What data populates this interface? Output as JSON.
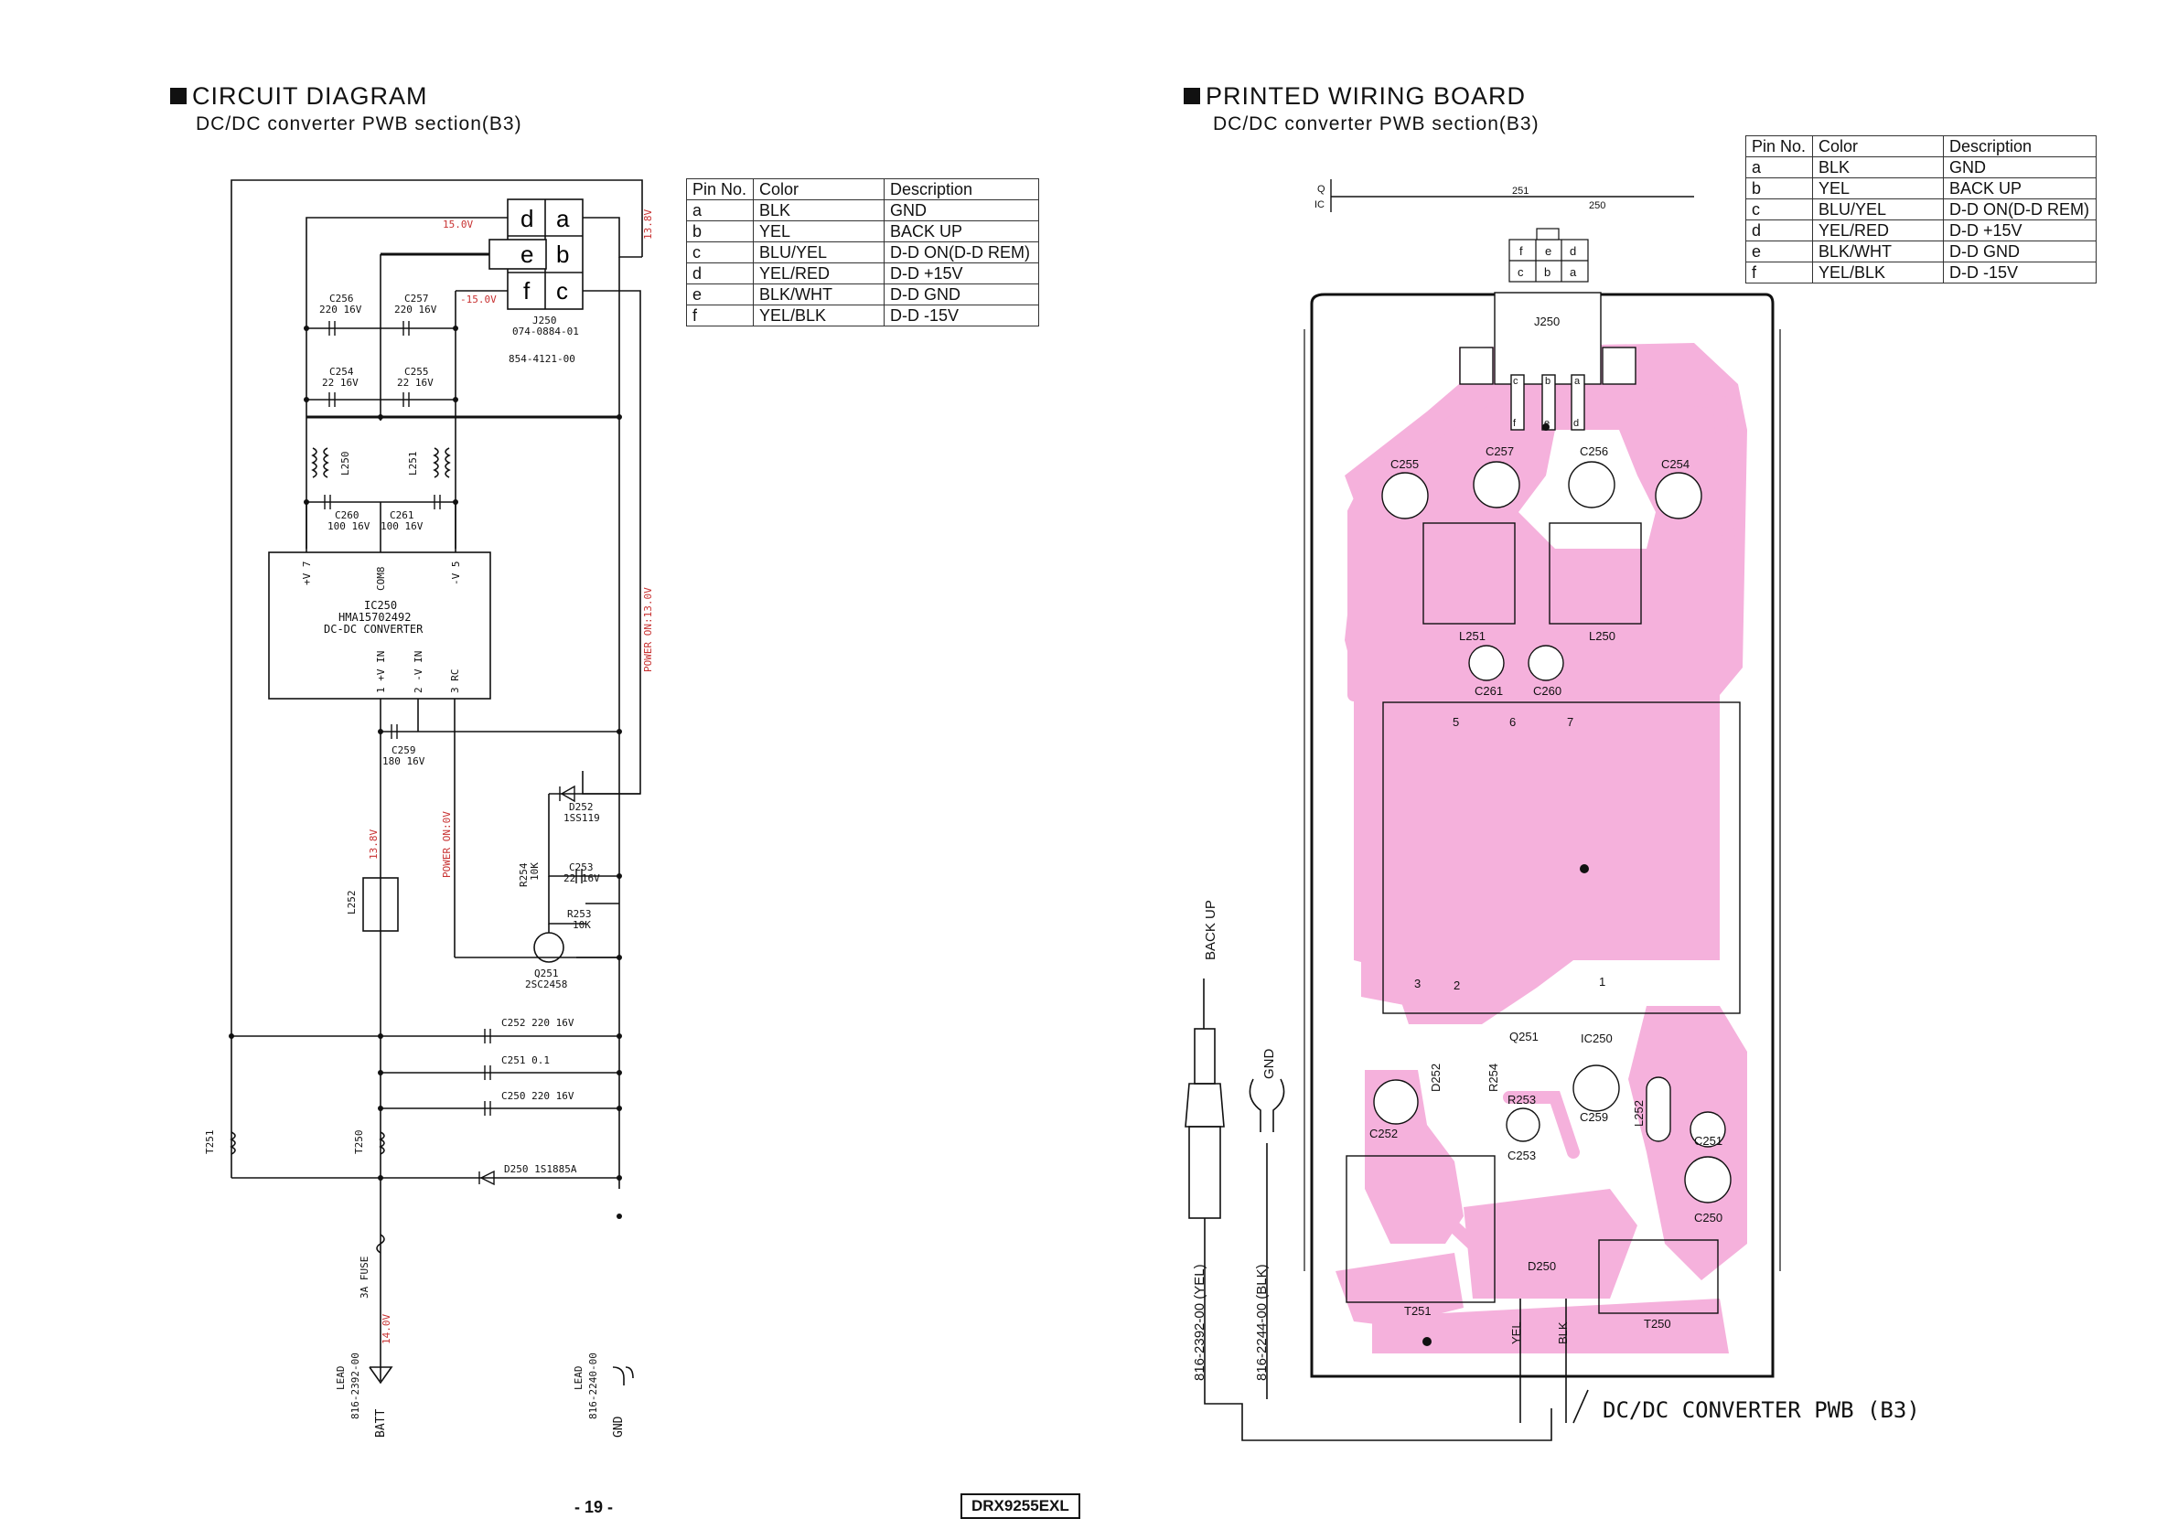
{
  "circuit": {
    "title": "CIRCUIT DIAGRAM",
    "subtitle": "DC/DC converter PWB section(B3)",
    "labels": {
      "c256": "C256",
      "c256v": "220 16V",
      "c257": "C257",
      "c257v": "220 16V",
      "c254": "C254",
      "c254v": "22 16V",
      "c255": "C255",
      "c255v": "22 16V",
      "l250": "L250",
      "l251": "L251",
      "c260": "C260",
      "c260v": "100 16V",
      "c261": "C261",
      "c261v": "100 16V",
      "pv7": "+V 7",
      "com8": "COM8",
      "mv5": "-V 5",
      "ic250": "IC250",
      "ic250p": "HMA15702492",
      "ic250d": "DC-DC CONVERTER",
      "p1": "1 +V IN",
      "p2": "2 -V IN",
      "p3": "3 RC",
      "c259": "C259",
      "c259v": "180 16V",
      "j250": "J250",
      "j250p": "074-0884-01",
      "j250p2": "854-4121-00",
      "d252": "D252",
      "d252p": "1SS119",
      "c253": "C253",
      "c253v": "22 16V",
      "r254": "R254",
      "r254v": "10K",
      "r253": "R253",
      "r253v": "10K",
      "q251": "Q251",
      "q251p": "2SC2458",
      "l252": "L252",
      "c252": "C252 220 16V",
      "c251": "C251 0.1",
      "c250": "C250 220 16V",
      "t251": "T251",
      "t250": "T250",
      "d250": "D250 1S1885A",
      "fuse": "3A FUSE",
      "lead1": "LEAD",
      "lead1p": "816-2392-00",
      "batt": "BATT",
      "lead2": "LEAD",
      "lead2p": "816-2240-00",
      "gnd": "GND",
      "pin_d": "d",
      "pin_a": "a",
      "pin_e": "e",
      "pin_b": "b",
      "pin_f": "f",
      "pin_c": "c"
    },
    "voltages": {
      "v15": "15.0V",
      "vm15": "-15.0V",
      "v138top": "13.8V",
      "pwr13": "POWER ON:13.0V",
      "v138": "13.8V",
      "pwr0": "POWER ON:0V",
      "v14": "14.0V"
    },
    "pin_table": {
      "headers": [
        "Pin No.",
        "Color",
        "Description"
      ],
      "rows": [
        [
          "a",
          "BLK",
          "GND"
        ],
        [
          "b",
          "YEL",
          "BACK UP"
        ],
        [
          "c",
          "BLU/YEL",
          "D-D ON(D-D REM)"
        ],
        [
          "d",
          "YEL/RED",
          "D-D +15V"
        ],
        [
          "e",
          "BLK/WHT",
          "D-D GND"
        ],
        [
          "f",
          "YEL/BLK",
          "D-D -15V"
        ]
      ]
    }
  },
  "pwb": {
    "title": "PRINTED WIRING BOARD",
    "subtitle": "DC/DC converter PWB section(B3)",
    "labels": {
      "q": "Q",
      "ic": "IC",
      "n251": "251",
      "n250": "250",
      "j250": "J250",
      "c255": "C255",
      "c257": "C257",
      "c256": "C256",
      "c254": "C254",
      "l251": "L251",
      "l250": "L250",
      "c261": "C261",
      "c260": "C260",
      "p5": "5",
      "p6": "6",
      "p7": "7",
      "p3": "3",
      "p2": "2",
      "p1": "1",
      "q251": "Q251",
      "ic250": "IC250",
      "d252": "D252",
      "r254": "R254",
      "r253": "R253",
      "c253": "C253",
      "c259": "C259",
      "l252": "L252",
      "c251": "C251",
      "c250": "C250",
      "c252": "C252",
      "d250": "D250",
      "t251": "T251",
      "t250": "T250",
      "yel": "YEL",
      "blk": "BLK",
      "backup": "BACK UP",
      "gnd": "GND",
      "wire1": "816-2392-00 (YEL)",
      "wire2": "816-2244-00 (BLK)",
      "board": "DC/DC CONVERTER PWB (B3)",
      "conn": [
        "f",
        "e",
        "d",
        "c",
        "b",
        "a"
      ],
      "pads": [
        "c",
        "b",
        "a",
        "f",
        "e",
        "d"
      ]
    },
    "pin_table": {
      "headers": [
        "Pin No.",
        "Color",
        "Description"
      ],
      "rows": [
        [
          "a",
          "BLK",
          "GND"
        ],
        [
          "b",
          "YEL",
          "BACK UP"
        ],
        [
          "c",
          "BLU/YEL",
          "D-D ON(D-D REM)"
        ],
        [
          "d",
          "YEL/RED",
          "D-D +15V"
        ],
        [
          "e",
          "BLK/WHT",
          "D-D GND"
        ],
        [
          "f",
          "YEL/BLK",
          "D-D -15V"
        ]
      ]
    }
  },
  "footer": {
    "page": "- 19 -",
    "model": "DRX9255EXL"
  },
  "colors": {
    "copper": "#f5b1dc",
    "voltage": "#c83232"
  }
}
